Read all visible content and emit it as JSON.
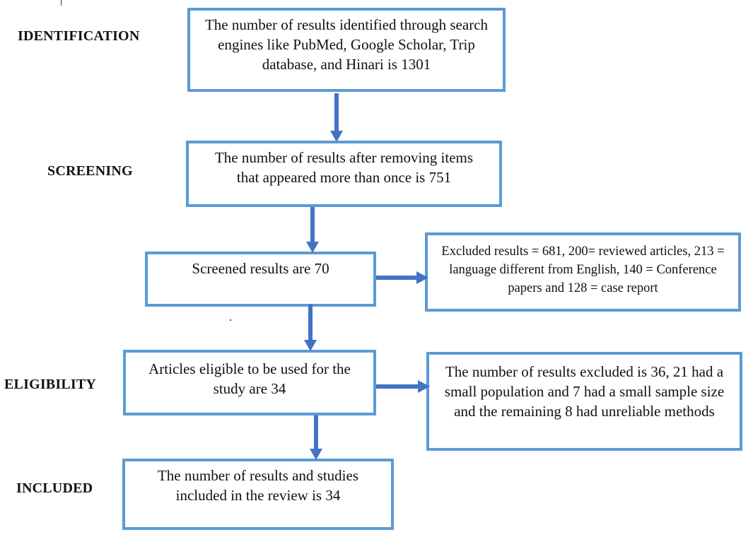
{
  "stages": {
    "identification": "IDENTIFICATION",
    "screening": "SCREENING",
    "eligibility": "ELIGIBILITY",
    "included": "INCLUDED"
  },
  "boxes": {
    "identified": "The number of results identified through search engines like PubMed, Google Scholar, Trip database, and Hinari is 1301",
    "deduplicated": "The number of results after removing items that appeared more than once is 751",
    "screened": "Screened results are 70",
    "excluded_screening": "Excluded results = 681, 200= reviewed articles, 213 = language different from English, 140 = Conference papers and 128 = case report",
    "eligible": "Articles eligible to be used for the study are 34",
    "excluded_eligibility": "The number of results excluded is 36, 21 had a small population and 7 had a small sample size and the remaining 8 had unreliable methods",
    "included": "The number of results and studies included in the review is 34"
  },
  "colors": {
    "box_border": "#5b9bd5",
    "arrow": "#4472c4"
  }
}
